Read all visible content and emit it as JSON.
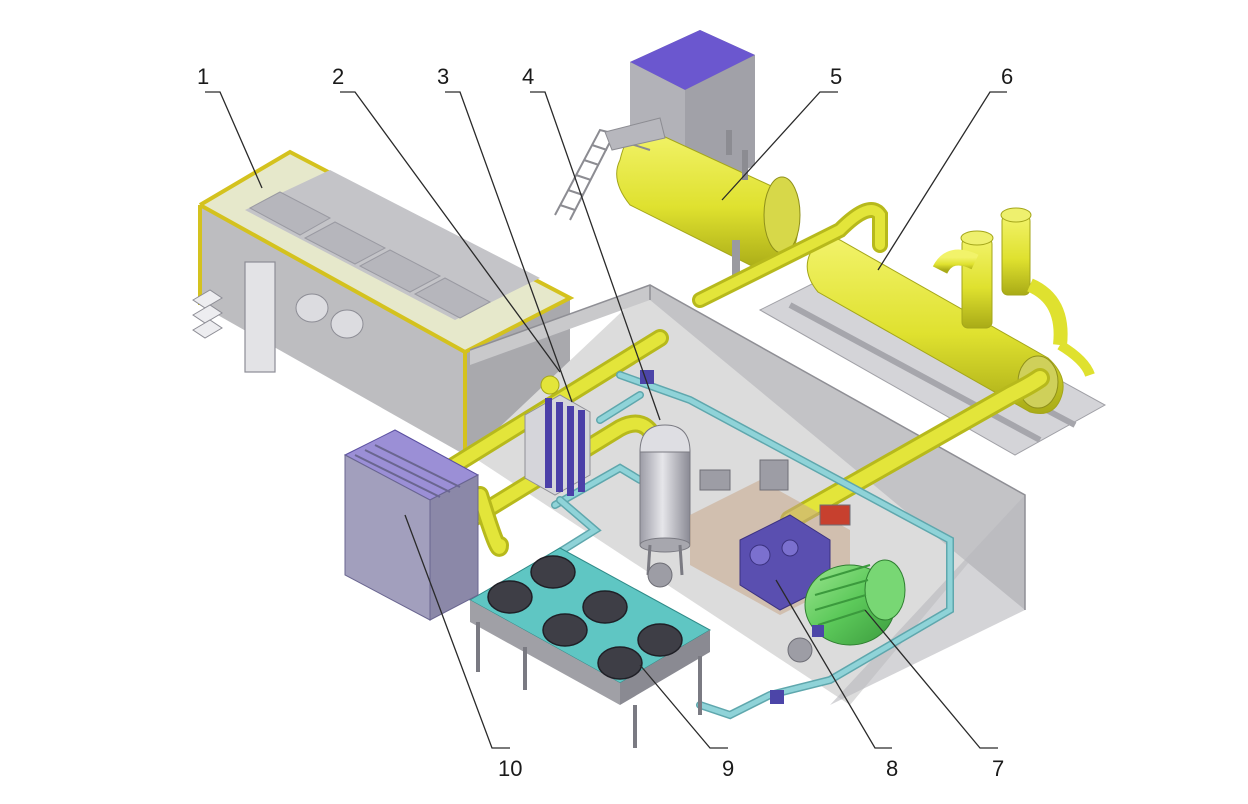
{
  "labels": [
    {
      "id": "1",
      "text": "1"
    },
    {
      "id": "2",
      "text": "2"
    },
    {
      "id": "3",
      "text": "3"
    },
    {
      "id": "4",
      "text": "4"
    },
    {
      "id": "5",
      "text": "5"
    },
    {
      "id": "6",
      "text": "6"
    },
    {
      "id": "7",
      "text": "7"
    },
    {
      "id": "8",
      "text": "8"
    },
    {
      "id": "9",
      "text": "9"
    },
    {
      "id": "10",
      "text": "10"
    }
  ],
  "colors": {
    "pipe_yellow": "#e3e53a",
    "pipe_yellow_dark": "#b7b91c",
    "pipe_cyan": "#8fd3d8",
    "equipment_purple": "#5a4fb0",
    "motor_green": "#5cc95a",
    "panel_gray": "#b9b8c2",
    "enclosure_gray": "#c9c9c9",
    "cooler_teal": "#5fc6c3",
    "cabinet_purple_top": "#7d5fd0",
    "gas_vessel_silver": "#cfcfd4"
  }
}
